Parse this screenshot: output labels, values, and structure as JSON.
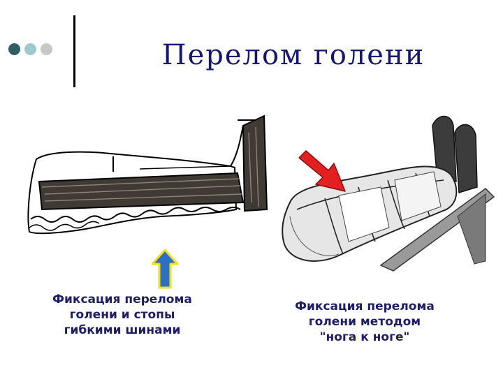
{
  "slide": {
    "title": "Перелом голени",
    "accent_colors": {
      "dot1": "#2f5f63",
      "dot2": "#9ec8cf",
      "dot3": "#c8c8c8",
      "title": "#151575",
      "caption": "#1d1d6b"
    }
  },
  "left_panel": {
    "caption_lines": [
      "Фиксация перелома",
      "голени и стопы",
      "гибкими шинами"
    ],
    "arrow": {
      "direction": "up",
      "fill": "#2d6fc0",
      "outline": "#f2e11a",
      "icon": "arrow-up-icon"
    }
  },
  "right_panel": {
    "caption_lines": [
      "Фиксация перелома",
      "голени методом",
      "\"нога к ноге\""
    ],
    "arrow": {
      "direction": "down-right",
      "fill": "#e41f1f",
      "icon": "arrow-down-right-icon"
    }
  }
}
